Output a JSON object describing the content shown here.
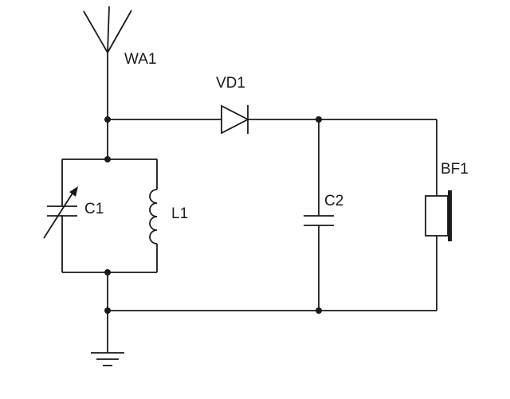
{
  "diagram": {
    "type": "circuit-schematic",
    "labels": {
      "antenna": "WA1",
      "diode": "VD1",
      "variable_capacitor": "C1",
      "inductor": "L1",
      "capacitor": "C2",
      "earphone": "BF1"
    },
    "colors": {
      "stroke": "#1a1a1a",
      "background": "#ffffff"
    }
  }
}
